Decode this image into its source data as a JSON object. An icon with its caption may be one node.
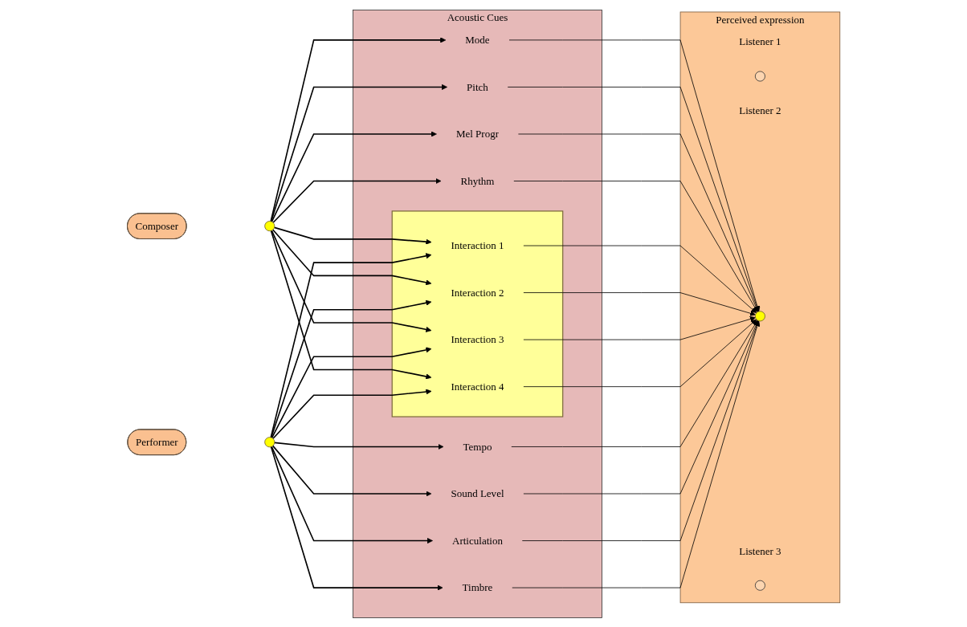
{
  "diagram": {
    "nodes": [
      {
        "text": [
          "Composer"
        ]
      },
      {
        "text": [],
        "shape": "circle"
      },
      {
        "text": [
          "Performer"
        ]
      },
      {
        "text": [],
        "shape": "circle"
      },
      {
        "text": [
          "Acoustic Cues"
        ]
      },
      {
        "text": [
          "Mode"
        ],
        "in": 4
      },
      {
        "text": [
          "Pitch"
        ],
        "in": 4
      },
      {
        "text": [
          "Mel Progr"
        ],
        "in": 4
      },
      {
        "text": [
          "Rhythm"
        ],
        "in": 4
      },
      {
        "text": [],
        "shape": "box",
        "in": 4
      },
      {
        "text": [
          "Interaction 1"
        ],
        "in": 9
      },
      {
        "text": [
          "Interaction 2"
        ],
        "in": 9
      },
      {
        "text": [
          "Interaction 3"
        ],
        "in": 9
      },
      {
        "text": [
          "Interaction 4"
        ],
        "in": 9
      },
      {
        "text": [
          "Tempo"
        ],
        "in": 4
      },
      {
        "text": [
          "Sound Level"
        ],
        "in": 4
      },
      {
        "text": [
          "Articulation"
        ],
        "in": 4
      },
      {
        "text": [
          "Timbre"
        ],
        "in": 4
      },
      {
        "text": [
          "Perceived expression"
        ]
      },
      {
        "text": [
          "Listener 1"
        ],
        "in": 18
      },
      {
        "text": [],
        "shape": "circle",
        "in": 18
      },
      {
        "text": [
          "Listener 2"
        ],
        "in": 18
      },
      {
        "text": [],
        "shape": "circle",
        "in": 18
      },
      {
        "text": [
          "Listener 3"
        ],
        "in": 18
      },
      {
        "text": [],
        "shape": "circle",
        "in": 18
      }
    ],
    "edges": [
      {
        "from": 1,
        "to": 5,
        "arrow": "to"
      },
      {
        "from": 1,
        "to": 6,
        "arrow": "to"
      },
      {
        "from": 1,
        "to": 7,
        "arrow": "to"
      },
      {
        "from": 1,
        "to": 8,
        "arrow": "to"
      },
      {
        "from": 1,
        "to": 10,
        "arrow": "to"
      },
      {
        "from": 1,
        "to": 11,
        "arrow": "to"
      },
      {
        "from": 1,
        "to": 12,
        "arrow": "to"
      },
      {
        "from": 1,
        "to": 13,
        "arrow": "to"
      },
      {
        "from": 3,
        "to": 10,
        "arrow": "to"
      },
      {
        "from": 3,
        "to": 11,
        "arrow": "to"
      },
      {
        "from": 3,
        "to": 12,
        "arrow": "to"
      },
      {
        "from": 3,
        "to": 13,
        "arrow": "to"
      },
      {
        "from": 3,
        "to": 14,
        "arrow": "to"
      },
      {
        "from": 3,
        "to": 15,
        "arrow": "to"
      },
      {
        "from": 3,
        "to": 16,
        "arrow": "to"
      },
      {
        "from": 3,
        "to": 17,
        "arrow": "to"
      },
      {
        "from": 5,
        "to": 22,
        "arrow": "to"
      },
      {
        "from": 6,
        "to": 22,
        "arrow": "to"
      },
      {
        "from": 7,
        "to": 22,
        "arrow": "to"
      },
      {
        "from": 8,
        "to": 22,
        "arrow": "to"
      },
      {
        "from": 10,
        "to": 22,
        "arrow": "to"
      },
      {
        "from": 11,
        "to": 22,
        "arrow": "to"
      },
      {
        "from": 12,
        "to": 22,
        "arrow": "to"
      },
      {
        "from": 13,
        "to": 22,
        "arrow": "to"
      },
      {
        "from": 14,
        "to": 22,
        "arrow": "to"
      },
      {
        "from": 15,
        "to": 22,
        "arrow": "to"
      },
      {
        "from": 16,
        "to": 22,
        "arrow": "to"
      },
      {
        "from": 17,
        "to": 22,
        "arrow": "to"
      }
    ]
  }
}
